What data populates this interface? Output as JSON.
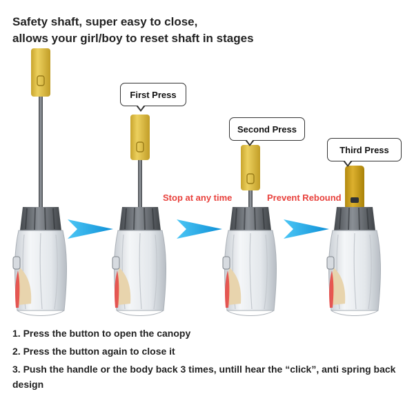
{
  "headline": {
    "line1": "Safety shaft, super easy to close,",
    "line2": "allows your girl/boy to reset shaft in stages"
  },
  "callouts": {
    "first": "First Press",
    "second": "Second Press",
    "third": "Third Press"
  },
  "labels": {
    "stop": "Stop at any time",
    "rebound": "Prevent Rebound"
  },
  "steps": [
    "1. Press the button to open the canopy",
    "2. Press the button again to close it",
    "3. Push the handle or the body back 3 times, untill hear the “click”, anti spring back design"
  ],
  "colors": {
    "handle": "#e2c24a",
    "handle_dark": "#c9a52d",
    "arrow": "#1aa6e6",
    "cap": "#5a5e63",
    "fabric": "#e9ecef",
    "accent_red": "#e8413c",
    "accent_tan": "#e8d4ad"
  }
}
